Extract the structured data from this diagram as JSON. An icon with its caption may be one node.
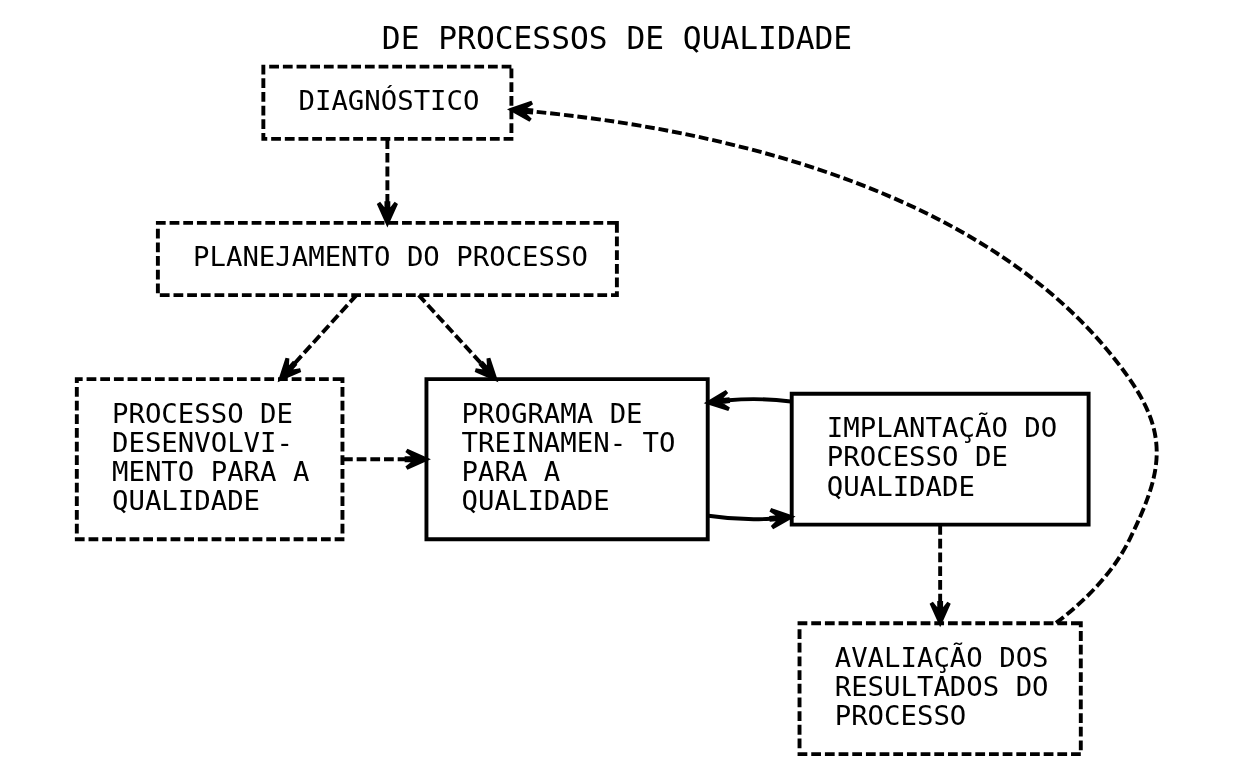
{
  "diagram": {
    "title": "DE PROCESSOS DE QUALIDADE",
    "nodes": [
      {
        "text": [
          "DIAGNÓSTICO"
        ]
      },
      {
        "text": [
          "PLANEJAMENTO DO PROCESSO"
        ]
      },
      {
        "text": [
          "PROCESSO DE DESENVOLVI- MENTO PARA A QUALIDADE"
        ]
      },
      {
        "text": [
          "PROGRAMA DE TREINAMEN- TO PARA A QUALIDADE"
        ]
      },
      {
        "text": [
          "IMPLANTAÇÃO DO PROCESSO DE QUALIDADE"
        ]
      },
      {
        "text": [
          "AVALIAÇÃO DOS RESULTADOS DO PROCESSO"
        ]
      }
    ],
    "edges": [
      {
        "from": 0,
        "to": 1,
        "arrow": "to",
        "style": "dashed"
      },
      {
        "from": 1,
        "to": 2,
        "arrow": "to",
        "style": "dashed"
      },
      {
        "from": 1,
        "to": 3,
        "arrow": "to",
        "style": "dashed"
      },
      {
        "from": 2,
        "to": 3,
        "arrow": "to",
        "style": "dashed"
      },
      {
        "from": 3,
        "to": 4,
        "arrow": "to"
      },
      {
        "from": 4,
        "to": 3,
        "arrow": "to"
      },
      {
        "from": 4,
        "to": 5,
        "arrow": "to",
        "style": "dashed"
      },
      {
        "from": 5,
        "to": 0,
        "arrow": "to",
        "style": "dashed"
      }
    ]
  }
}
